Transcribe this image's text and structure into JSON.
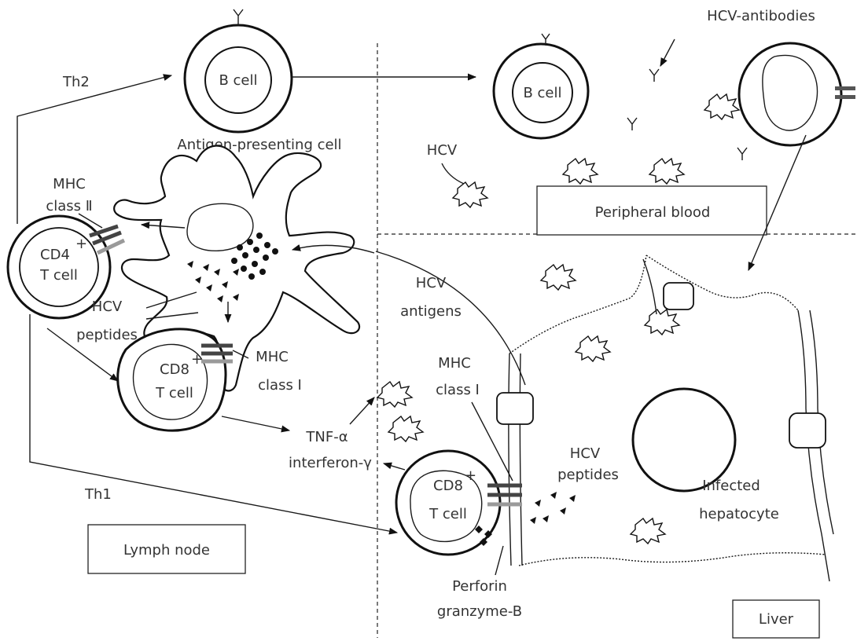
{
  "regions": {
    "lymph_node": "Lymph node",
    "peripheral_blood": "Peripheral blood",
    "liver": "Liver"
  },
  "labels": {
    "th2": "Th2",
    "th1": "Th1",
    "b_cell_1": "B cell",
    "b_cell_2": "B cell",
    "apc": "Antigen-presenting cell",
    "hcv_antibodies": "HCV-antibodies",
    "hcv": "HCV",
    "mhc_class_ii_1": "MHC",
    "mhc_class_ii_2": "class Ⅱ",
    "cd4_1": "CD4",
    "cd4_sup": "+",
    "cd4_2": "T cell",
    "hcv_peptides_1_1": "HCV",
    "hcv_peptides_1_2": "peptides",
    "cd8a_1": "CD8",
    "cd8a_sup": "+",
    "cd8a_2": "T cell",
    "mhc_class_i_a_1": "MHC",
    "mhc_class_i_a_2": "class Ⅰ",
    "hcv_antigens_1": "HCV",
    "hcv_antigens_2": "antigens",
    "mhc_class_i_b_1": "MHC",
    "mhc_class_i_b_2": "class Ⅰ",
    "tnf_1": "TNF-α",
    "tnf_2": "interferon-γ",
    "hcv_peptides_2_1": "HCV",
    "hcv_peptides_2_2": "peptides",
    "cd8b_1": "CD8",
    "cd8b_sup": "+",
    "cd8b_2": "T cell",
    "infected_1": "Infected",
    "infected_2": "hepatocyte",
    "perforin_1": "Perforin",
    "perforin_2": "granzyme-B"
  },
  "colors": {
    "ink": "#111111",
    "text": "#333333",
    "mhc_dark": "#444444",
    "mhc_light": "#9a9a9a"
  }
}
